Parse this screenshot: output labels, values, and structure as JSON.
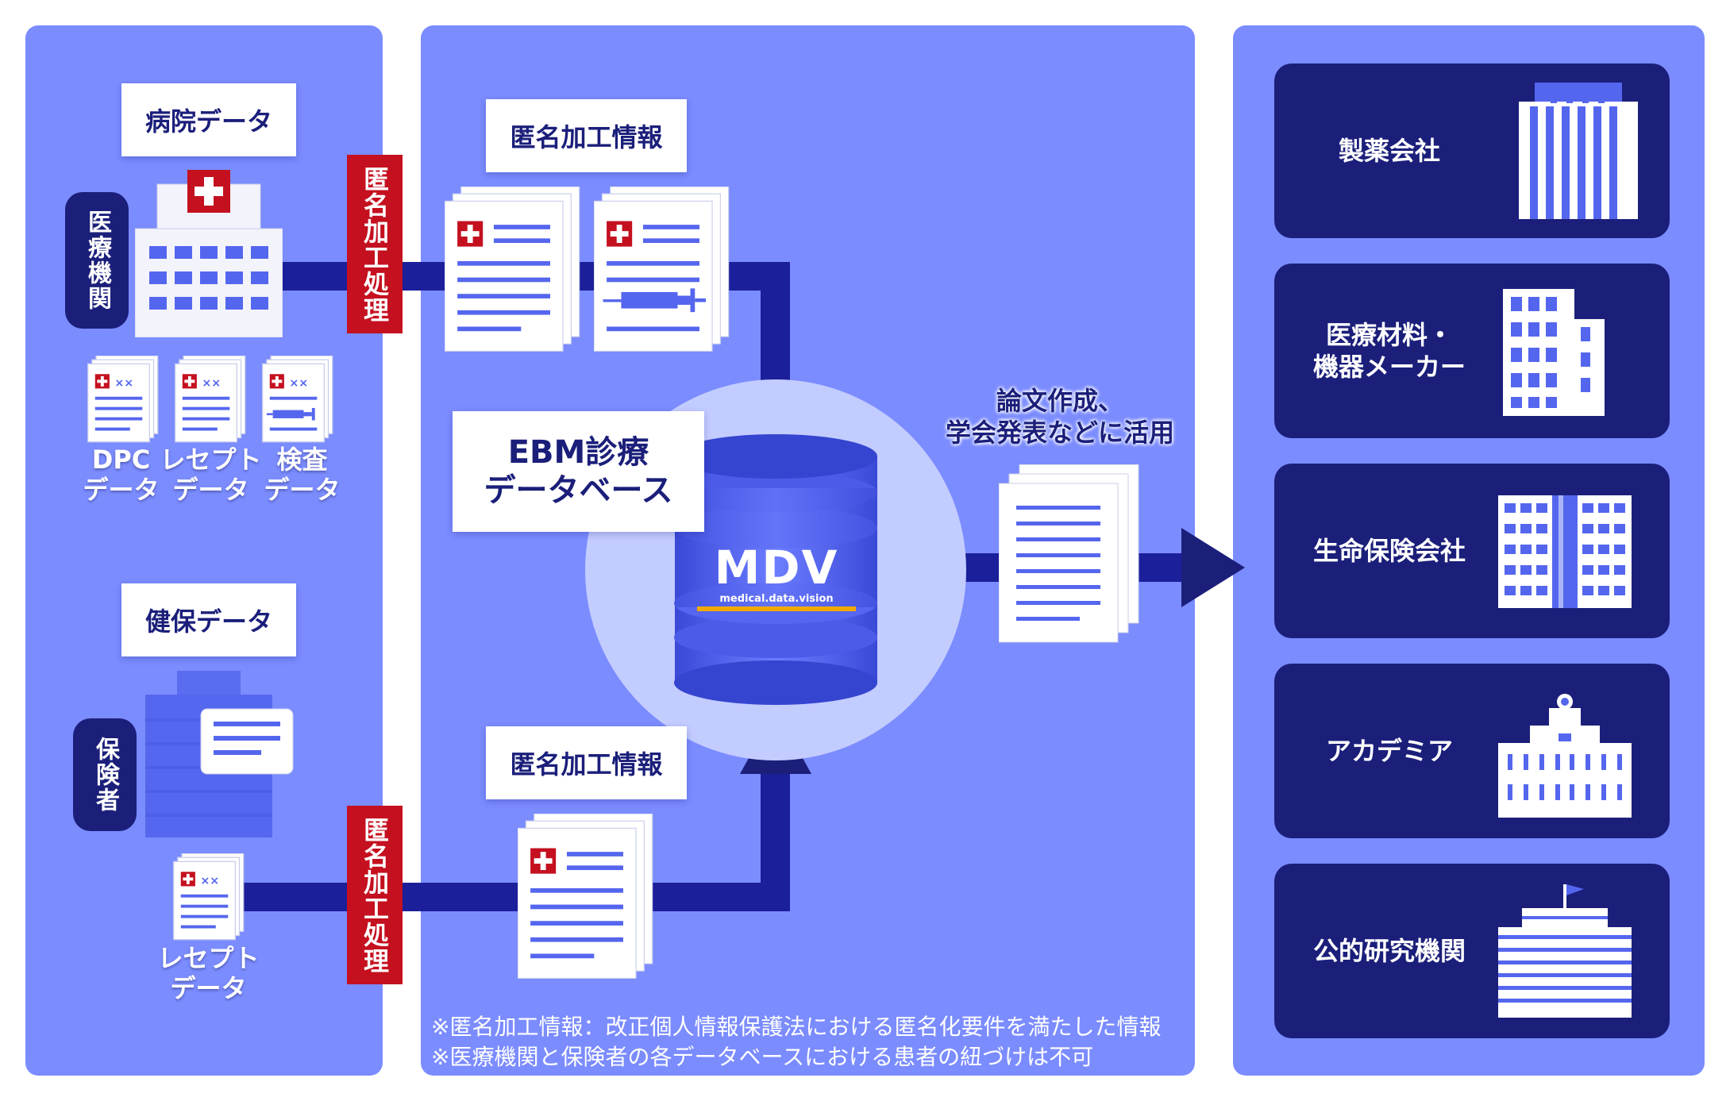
{
  "left": {
    "hospital_data_label": "病院データ",
    "medical_institution_label": "医療機関",
    "anonymize_process_label": "匿名加工処理",
    "doc_labels": [
      {
        "line1": "DPC",
        "line2": "データ"
      },
      {
        "line1": "レセプト",
        "line2": "データ"
      },
      {
        "line1": "検査",
        "line2": "データ"
      }
    ],
    "insurance_data_label": "健保データ",
    "insurer_label": "保険者",
    "anonymize_process_label_2": "匿名加工処理",
    "receipt_label": {
      "line1": "レセプト",
      "line2": "データ"
    }
  },
  "center": {
    "anon_info_label_top": "匿名加工情報",
    "anon_info_label_bottom": "匿名加工情報",
    "ebm_title_line1": "EBM診療",
    "ebm_title_line2": "データベース",
    "mdv_logo_text": "MDV",
    "mdv_logo_subtext": "medical.data.vision",
    "usage_line1": "論文作成、",
    "usage_line2": "学会発表などに活用",
    "notes": [
      "※匿名加工情報：改正個人情報保護法における匿名化要件を満たした情報",
      "※医療機関と保険者の各データベースにおける患者の紐づけは不可"
    ]
  },
  "right": {
    "cards": [
      {
        "label": "製薬会社",
        "icon": "office-tower-icon"
      },
      {
        "label": "医療材料・\n機器メーカー",
        "icon": "factory-building-icon"
      },
      {
        "label": "生命保険会社",
        "icon": "insurance-building-icon"
      },
      {
        "label": "アカデミア",
        "icon": "university-icon"
      },
      {
        "label": "公的研究機関",
        "icon": "research-institute-icon"
      }
    ]
  },
  "colors": {
    "panel": "#7b8cff",
    "navy": "#1b1f7a",
    "flow": "#1b1f9a",
    "red": "#c4101f",
    "white": "#ffffff"
  }
}
